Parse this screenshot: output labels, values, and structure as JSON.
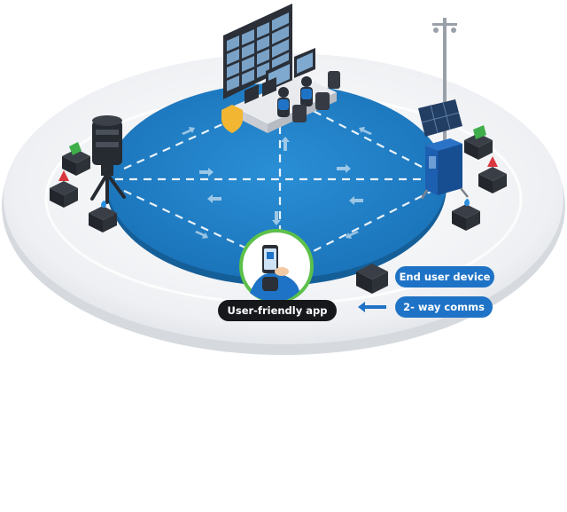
{
  "labels": {
    "app": "User-friendly app",
    "end_user_device": "End user device",
    "two_way_comms": "2- way comms"
  },
  "colors": {
    "platform": "#f0f1f3",
    "platform_edge": "#dfe2e6",
    "network_disc": "#1f80c6",
    "network_disc_dark": "#176aa8",
    "pill_blue": "#1f73c6",
    "pill_dark": "#16181c",
    "app_ring": "#5cc04a",
    "device_dark": "#2b2f36",
    "device_green": "#3fae4a",
    "device_red": "#d9363e",
    "tower_blue": "#1d5fb0"
  },
  "icons": [
    "control-room-icon",
    "camera-tower-icon",
    "solar-sensor-tower-icon",
    "sensor-node-icon",
    "phone-app-icon",
    "arrow-left-icon"
  ]
}
